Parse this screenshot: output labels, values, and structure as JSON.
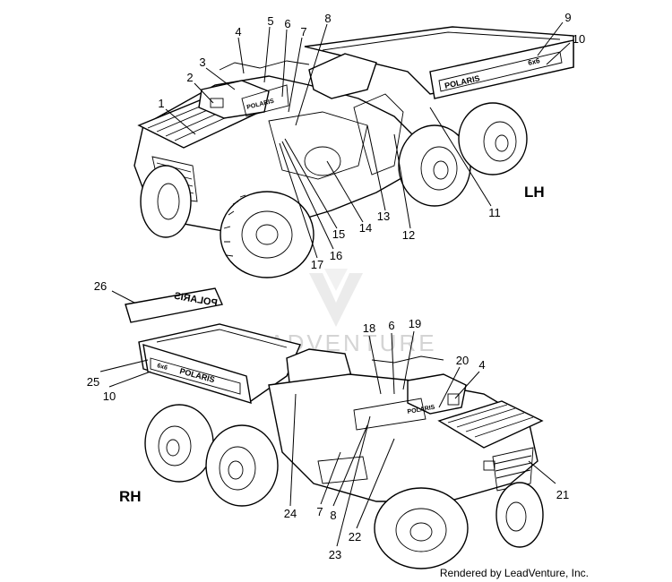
{
  "side_labels": {
    "lh": "LH",
    "rh": "RH"
  },
  "callouts_lh": [
    "1",
    "2",
    "3",
    "4",
    "5",
    "6",
    "7",
    "8",
    "9",
    "10",
    "11",
    "12",
    "13",
    "14",
    "15",
    "16",
    "17"
  ],
  "callouts_rh": [
    "26",
    "25",
    "10",
    "18",
    "6",
    "19",
    "20",
    "4",
    "21",
    "24",
    "7",
    "8",
    "22",
    "23"
  ],
  "decal_text": {
    "brand": "POLARIS",
    "model": "6x6"
  },
  "watermark": "LEADVENTURE",
  "credit": "Rendered by LeadVenture, Inc."
}
